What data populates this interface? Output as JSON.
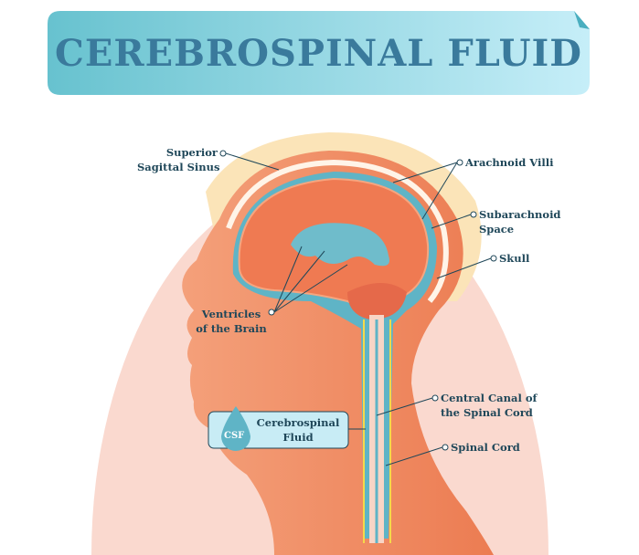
{
  "title": "CEREBROSPINAL FLUID",
  "labels": {
    "superior_sagittal_sinus": [
      "Superior",
      "Sagittal Sinus"
    ],
    "arachnoid_villi": "Arachnoid Villi",
    "subarachnoid_space": [
      "Subarachnoid",
      "Space"
    ],
    "skull": "Skull",
    "ventricles": [
      "Ventricles",
      "of the Brain"
    ],
    "central_canal": [
      "Central Canal of",
      "the Spinal Cord"
    ],
    "spinal_cord": "Spinal Cord"
  },
  "csf_box": {
    "icon_text": "CSF",
    "label": [
      "Cerebrospinal",
      "Fluid"
    ]
  },
  "colors": {
    "title": "#3a7a9c",
    "banner_start": "#67c2cf",
    "banner_end": "#c6eef8",
    "skin": "#ef8a5e",
    "brain": "#ef7a52",
    "csf": "#5fb4c6",
    "text": "#1f4759"
  }
}
